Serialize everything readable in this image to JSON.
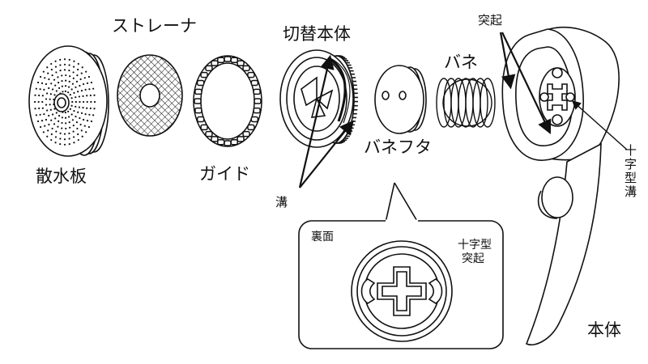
{
  "labels": {
    "sansuiban": "散水板",
    "strainer": "ストレーナ",
    "guide": "ガイド",
    "kirikae": "切替本体",
    "mizo": "溝",
    "bane": "バネ",
    "banefuta": "バネフタ",
    "tokki": "突起",
    "juji_mizo": "十字型溝",
    "hontai": "本体",
    "urame": "裏面",
    "juji_tokki_line1": "十字型",
    "juji_tokki_line2": "突起"
  },
  "colors": {
    "line": "#111111",
    "background": "#ffffff"
  }
}
